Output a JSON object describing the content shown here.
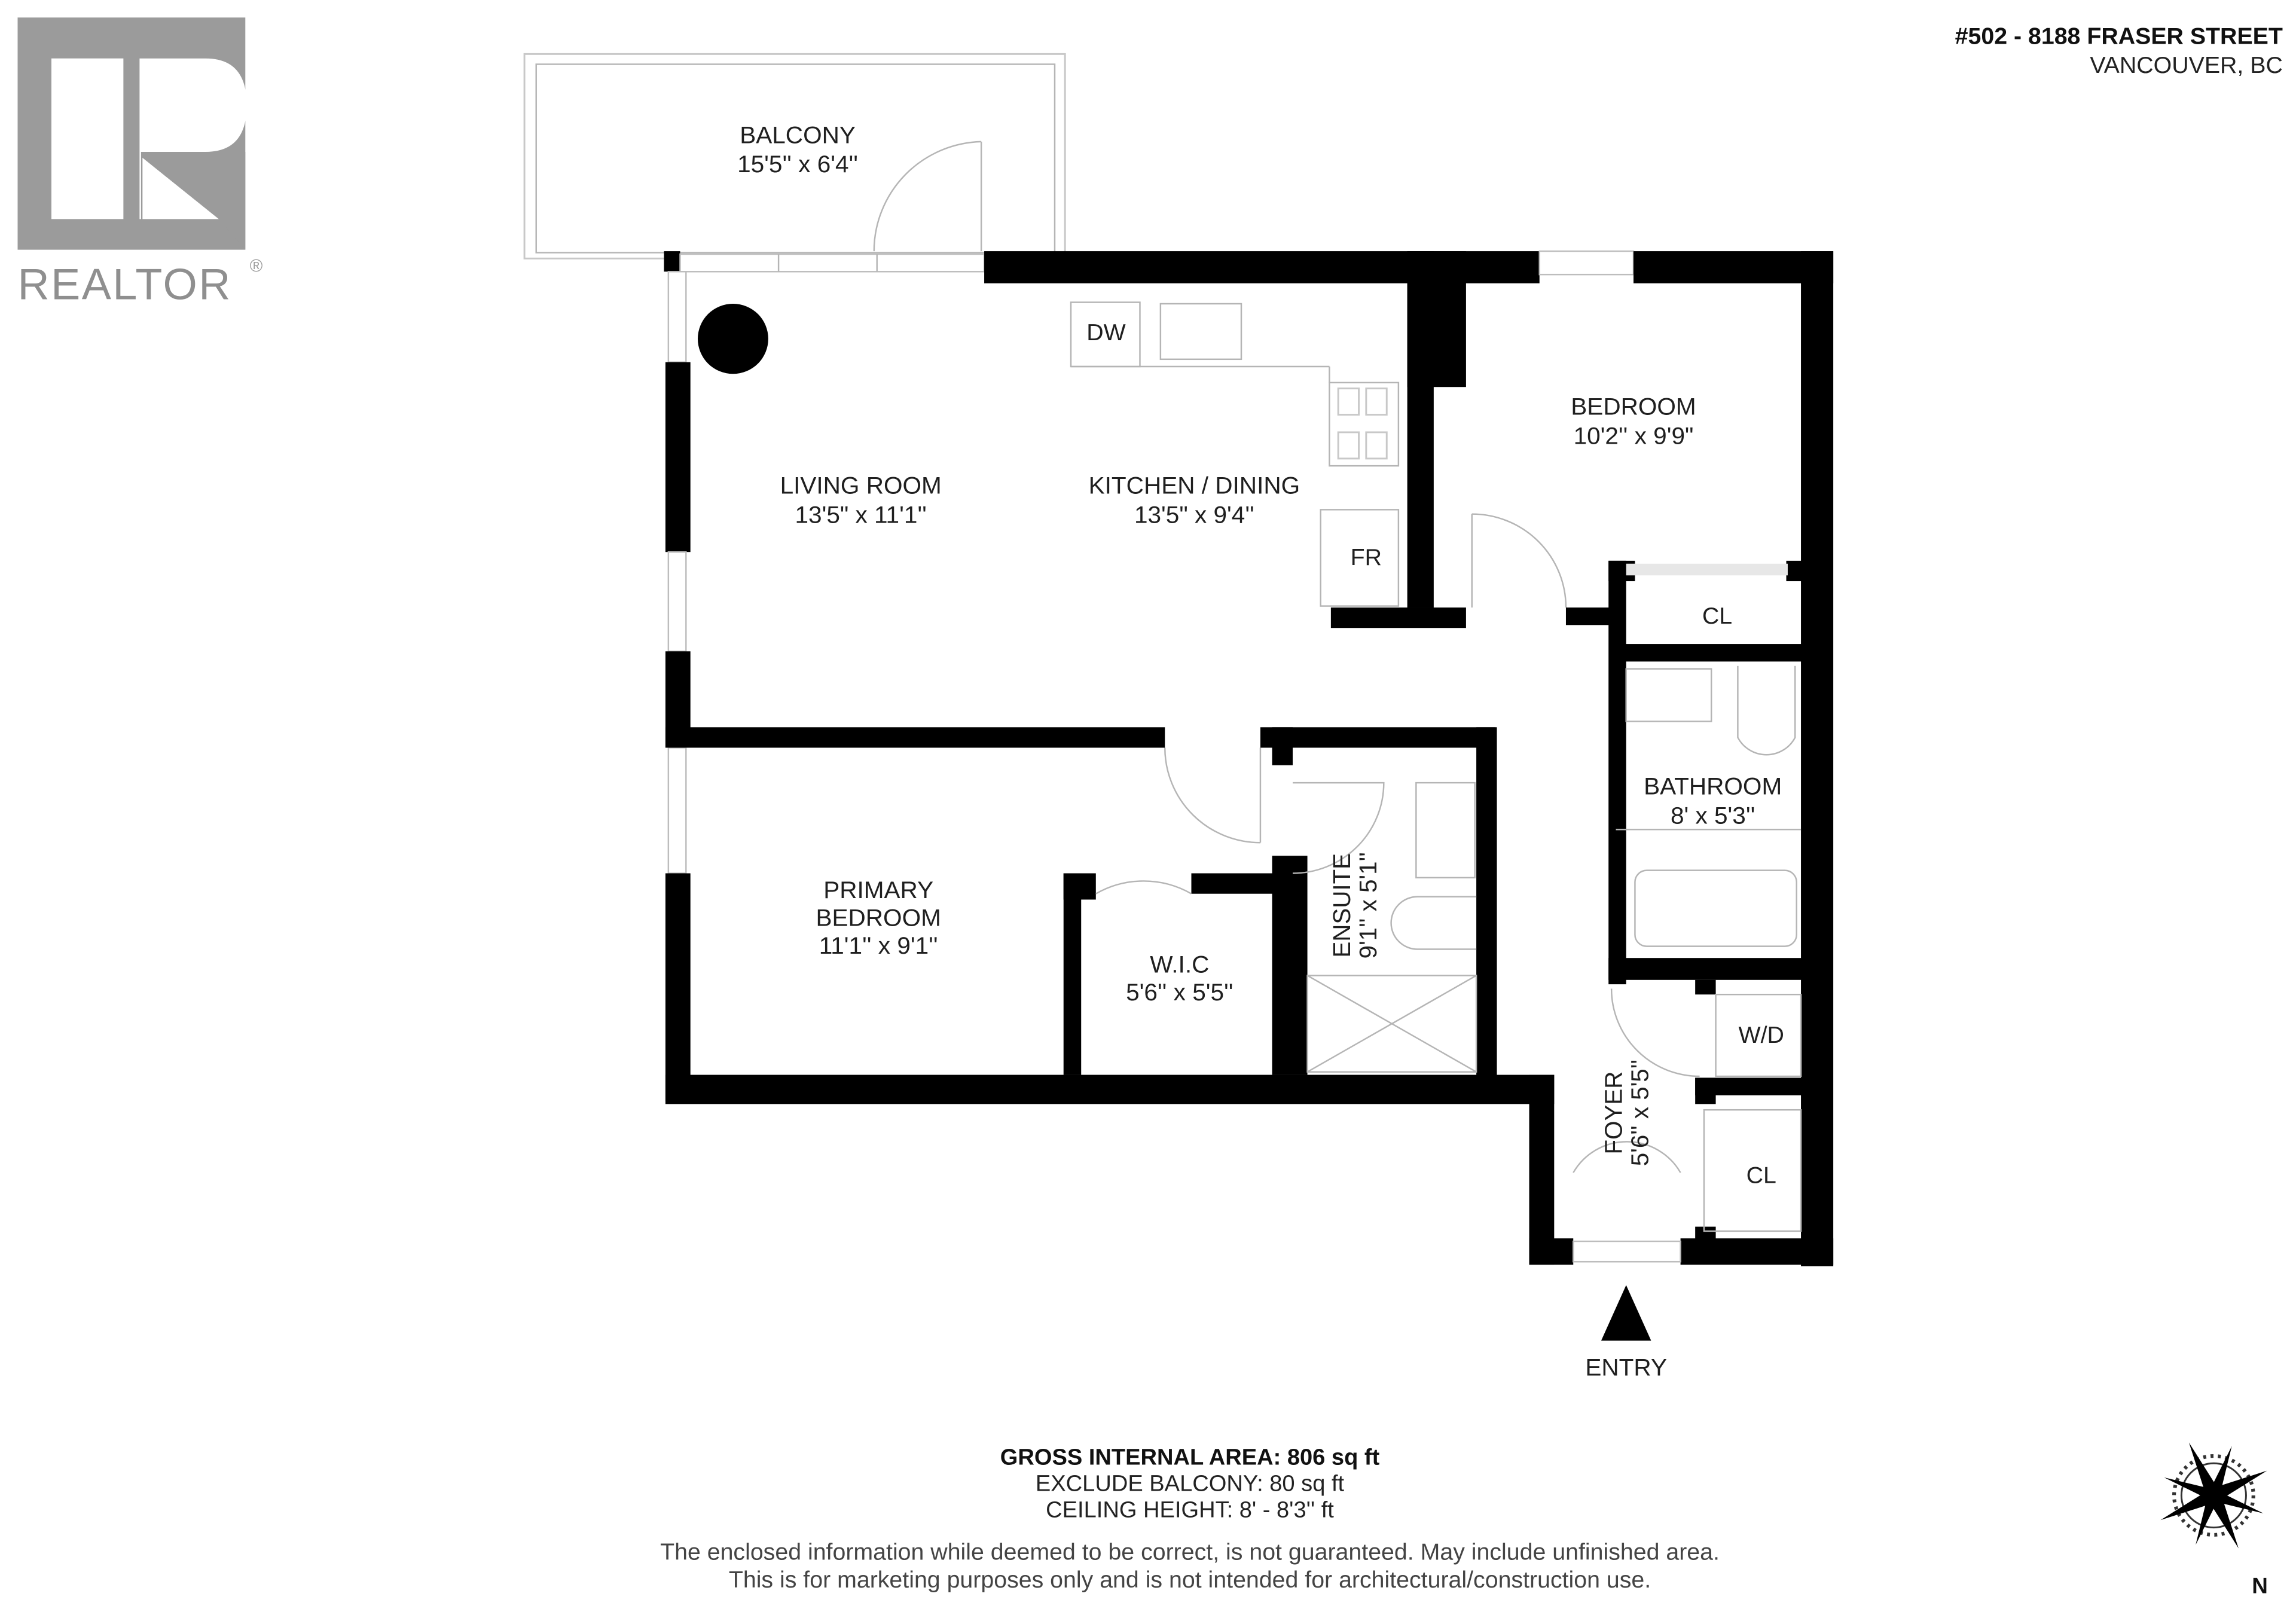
{
  "brand": {
    "logo_letter": "R",
    "logo_text": "REALTOR",
    "registered_mark": "®",
    "logo_color": "#9b9b9b"
  },
  "header": {
    "address_line1": "#502 - 8188 FRASER STREET",
    "address_line2": "VANCOUVER, BC"
  },
  "rooms": {
    "balcony": {
      "name": "BALCONY",
      "size": "15'5'' x 6'4''"
    },
    "living_room": {
      "name": "LIVING ROOM",
      "size": "13'5\" x 11'1''"
    },
    "kitchen_dining": {
      "name": "KITCHEN / DINING",
      "size": "13'5\" x 9'4''"
    },
    "bedroom": {
      "name": "BEDROOM",
      "size": "10'2'' x 9'9\""
    },
    "bathroom": {
      "name": "BATHROOM",
      "size": "8' x 5'3''"
    },
    "primary_bedroom": {
      "name_line1": "PRIMARY",
      "name_line2": "BEDROOM",
      "size": "11'1'' x 9'1''"
    },
    "wic": {
      "name": "W.I.C",
      "size": "5'6'' x 5'5''"
    },
    "ensuite": {
      "name": "ENSUITE",
      "size": "9'1'' x 5'1''"
    },
    "foyer": {
      "name": "FOYER",
      "size": "5'6'' x 5'5''"
    }
  },
  "fixtures": {
    "dishwasher": "DW",
    "fridge": "FR",
    "closet_bedroom": "CL",
    "closet_foyer": "CL",
    "washer_dryer": "W/D"
  },
  "entry": {
    "label": "ENTRY"
  },
  "summary": {
    "gross_area": "GROSS INTERNAL AREA: 806 sq ft",
    "exclude_balcony": "EXCLUDE BALCONY: 80 sq ft",
    "ceiling_height": "CEILING HEIGHT: 8' - 8'3'' ft"
  },
  "disclaimer": {
    "line1": "The enclosed information while deemed to be correct, is not guaranteed. May include unfinished area.",
    "line2": "This is for marketing purposes only and is not intended for architectural/construction use."
  },
  "compass": {
    "north_label": "N"
  },
  "colors": {
    "wall": "#000000",
    "fixture_line": "#c8c8c8",
    "logo_gray": "#9b9b9b",
    "background": "#ffffff"
  }
}
